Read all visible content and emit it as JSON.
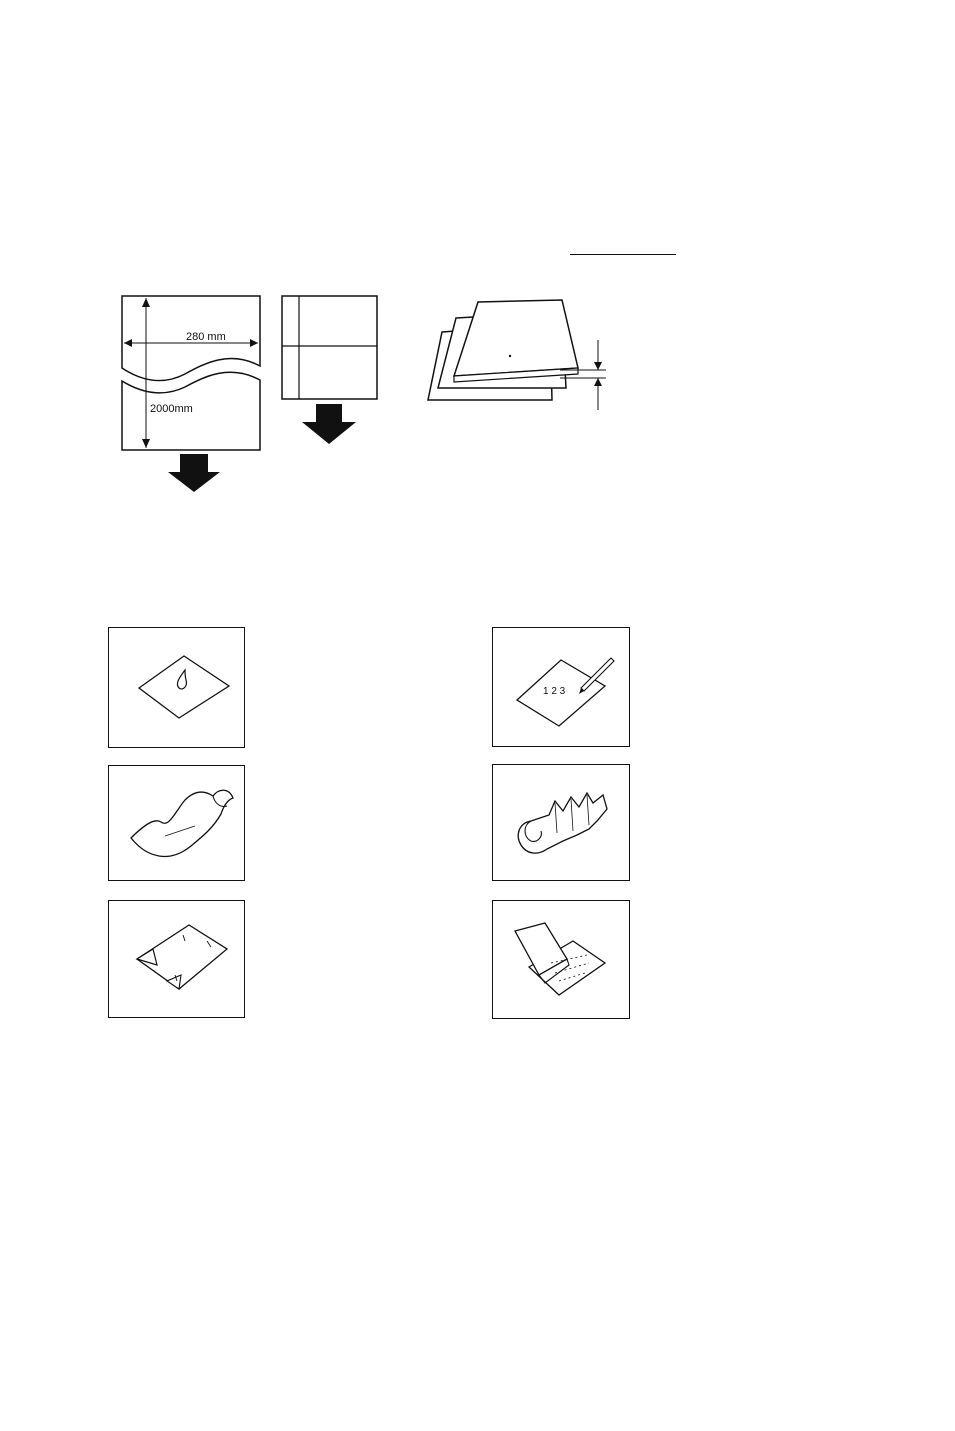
{
  "dimension_figure": {
    "width_label": "280 mm",
    "length_label": "2000mm"
  },
  "numbered_page_figure": {
    "page_numbers": "1 2 3"
  },
  "colors": {
    "ink": "#111111",
    "paper": "#ffffff"
  }
}
